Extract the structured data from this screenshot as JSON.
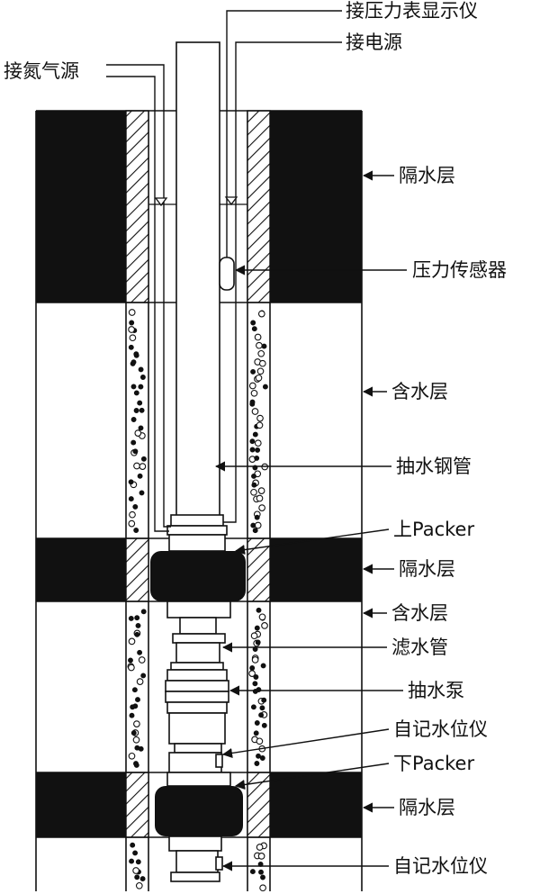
{
  "labels": {
    "pressure_display": "接压力表显示仪",
    "power": "接电源",
    "nitrogen": "接氮气源",
    "aquitard_1": "隔水层",
    "pressure_sensor": "压力传感器",
    "aquifer_1": "含水层",
    "steel_pipe": "抽水钢管",
    "upper_packer": "上Packer",
    "aquitard_2": "隔水层",
    "aquifer_2": "含水层",
    "filter_pipe": "滤水管",
    "pump": "抽水泵",
    "water_logger_1": "自记水位仪",
    "lower_packer": "下Packer",
    "aquitard_3": "隔水层",
    "water_logger_2": "自记水位仪"
  },
  "colors": {
    "line": "#111111",
    "fill_dark": "#111111",
    "background": "#ffffff"
  }
}
